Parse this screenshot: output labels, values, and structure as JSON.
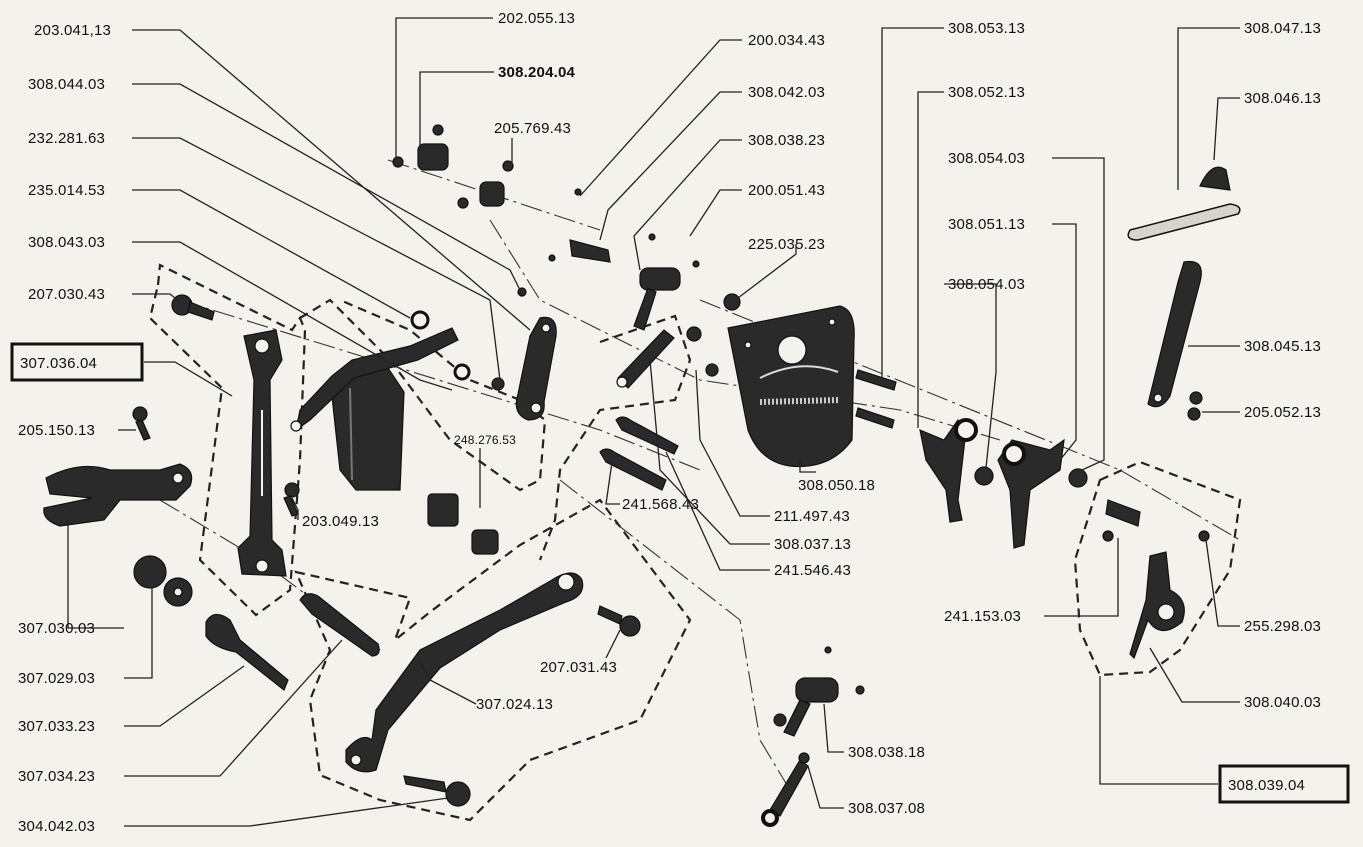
{
  "labels": {
    "l202055": "202.055.13",
    "l203041": "203.041,13",
    "l308204": "308.204.04",
    "l308044": "308.044.03",
    "l205769": "205.769.43",
    "l232281": "232.281.63",
    "l235014": "235.014.53",
    "l308043": "308.043.03",
    "l207030": "207.030.43",
    "l307036": "307.036.04",
    "l205150": "205.150.13",
    "l307030": "307.030.03",
    "l307029": "307.029.03",
    "l307033": "307.033.23",
    "l307034": "307.034.23",
    "l304042": "304.042.03",
    "l203049": "203.049.13",
    "l248276": "248.276.53",
    "l241568": "241.568.43",
    "l207031": "207.031.43",
    "l307024": "307.024.13",
    "l200034": "200.034.43",
    "l308042": "308.042.03",
    "l308038_23": "308.038.23",
    "l200051": "200.051.43",
    "l225035": "225.035.23",
    "l308050": "308.050.18",
    "l211497": "211.497.43",
    "l308037_13": "308.037.13",
    "l241546": "241.546.43",
    "l308053": "308.053.13",
    "l308052": "308.052.13",
    "l308054a": "308.054.03",
    "l308051": "308.051.13",
    "l308054b": "308.054.03",
    "l308047": "308.047.13",
    "l308046": "308.046.13",
    "l308045": "308.045.13",
    "l205052": "205.052.13",
    "l241153": "241.153.03",
    "l255298": "255.298.03",
    "l308040": "308.040.03",
    "l308039": "308.039.04",
    "l308038_18": "308.038.18",
    "l308037_08": "308.037.08"
  }
}
